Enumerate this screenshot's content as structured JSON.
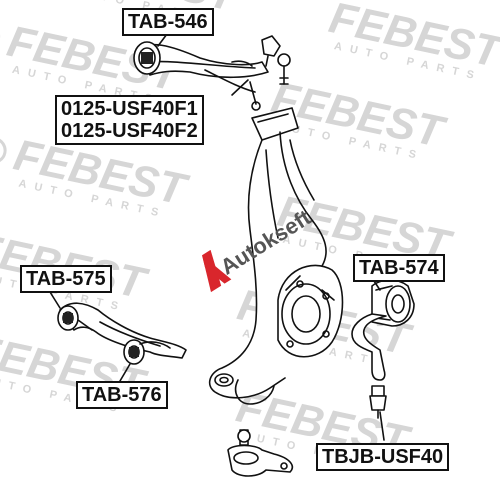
{
  "colors": {
    "watermark": "#d6d6d6",
    "line": "#111111",
    "logo_red": "#d9262c",
    "logo_text": "#555555"
  },
  "watermark": {
    "brand": "FEBEST",
    "tagline": "AUTO PARTS"
  },
  "logo": {
    "text": "Autokseft"
  },
  "labels": {
    "tab546": "TAB-546",
    "usf40f1": "0125-USF40F1",
    "usf40f2": "0125-USF40F2",
    "tab575": "TAB-575",
    "tab576": "TAB-576",
    "tab574": "TAB-574",
    "tbjb": "TBJB-USF40"
  }
}
